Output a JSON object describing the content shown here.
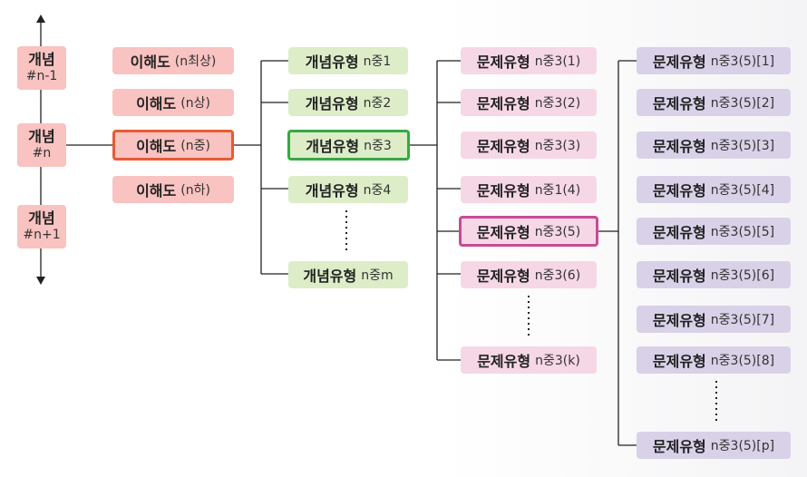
{
  "concepts": [
    {
      "main": "개념",
      "sub": "#n-1"
    },
    {
      "main": "개념",
      "sub": "#n"
    },
    {
      "main": "개념",
      "sub": "#n+1"
    }
  ],
  "understanding": [
    {
      "main": "이해도",
      "sub": "(n최상)"
    },
    {
      "main": "이해도",
      "sub": "(n상)"
    },
    {
      "main": "이해도",
      "sub": "(n중)"
    },
    {
      "main": "이해도",
      "sub": "(n하)"
    }
  ],
  "concept_types": [
    {
      "main": "개념유형",
      "sub": "n중1"
    },
    {
      "main": "개념유형",
      "sub": "n중2"
    },
    {
      "main": "개념유형",
      "sub": "n중3"
    },
    {
      "main": "개념유형",
      "sub": "n중4"
    },
    {
      "main": "개념유형",
      "sub": "n중m"
    }
  ],
  "problem_types": [
    {
      "main": "문제유형",
      "sub": "n중3(1)"
    },
    {
      "main": "문제유형",
      "sub": "n중3(2)"
    },
    {
      "main": "문제유형",
      "sub": "n중3(3)"
    },
    {
      "main": "문제유형",
      "sub": "n중1(4)"
    },
    {
      "main": "문제유형",
      "sub": "n중3(5)"
    },
    {
      "main": "문제유형",
      "sub": "n중3(6)"
    },
    {
      "main": "문제유형",
      "sub": "n중3(k)"
    }
  ],
  "sub_types": [
    {
      "main": "문제유형",
      "sub": "n중3(5)[1]"
    },
    {
      "main": "문제유형",
      "sub": "n중3(5)[2]"
    },
    {
      "main": "문제유형",
      "sub": "n중3(5)[3]"
    },
    {
      "main": "문제유형",
      "sub": "n중3(5)[4]"
    },
    {
      "main": "문제유형",
      "sub": "n중3(5)[5]"
    },
    {
      "main": "문제유형",
      "sub": "n중3(5)[6]"
    },
    {
      "main": "문제유형",
      "sub": "n중3(5)[7]"
    },
    {
      "main": "문제유형",
      "sub": "n중3(5)[8]"
    },
    {
      "main": "문제유형",
      "sub": "n중3(5)[p]"
    }
  ],
  "colors": {
    "concept": "#f8c3c1",
    "concept_type": "#dcedc8",
    "problem_type": "#f6d7e6",
    "sub_type": "#d9d1e8",
    "highlight_understanding": "#e85a35",
    "highlight_concept_type": "#38a845",
    "highlight_problem_type": "#c84a98"
  }
}
